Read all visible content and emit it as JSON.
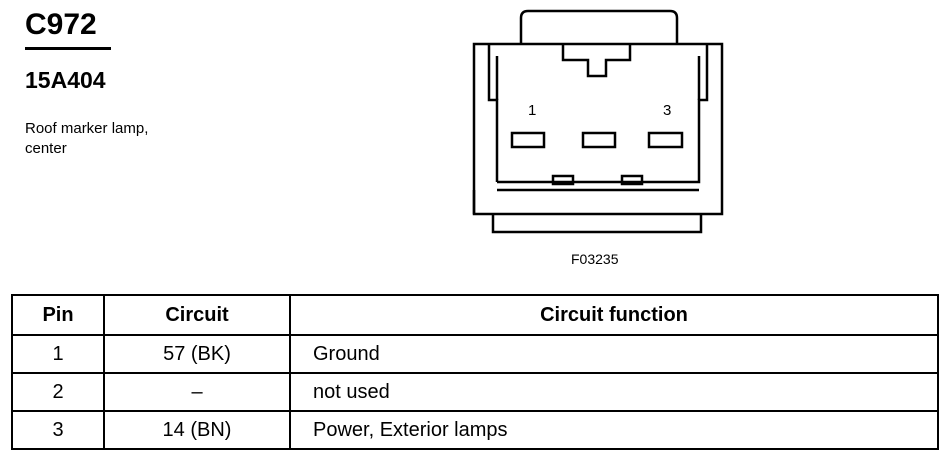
{
  "header": {
    "connector_id": "C972",
    "part_number": "15A404",
    "description_line1": "Roof marker lamp,",
    "description_line2": "center"
  },
  "diagram": {
    "pin_label_left": "1",
    "pin_label_right": "3",
    "figure_code": "F03235"
  },
  "table": {
    "headers": {
      "pin": "Pin",
      "circuit": "Circuit",
      "function": "Circuit function"
    },
    "rows": [
      {
        "pin": "1",
        "circuit": "57 (BK)",
        "function": "Ground"
      },
      {
        "pin": "2",
        "circuit": "–",
        "function": "not used"
      },
      {
        "pin": "3",
        "circuit": "14 (BN)",
        "function": "Power, Exterior lamps"
      }
    ]
  }
}
